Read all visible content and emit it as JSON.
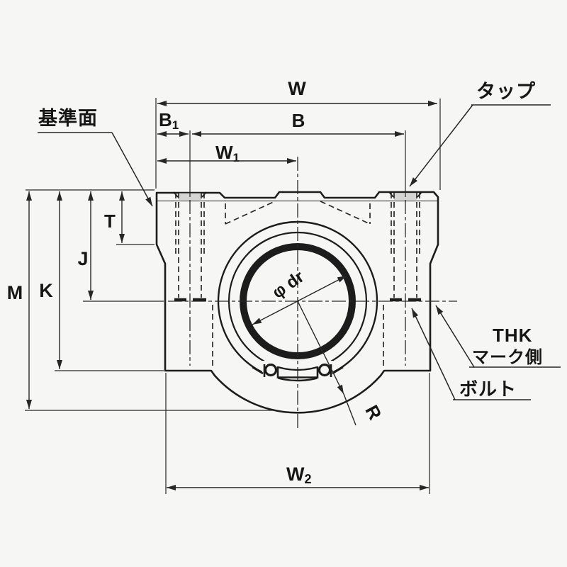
{
  "dims": {
    "W": "W",
    "B": "B",
    "B1": {
      "base": "B",
      "sub": "1"
    },
    "W1": {
      "base": "W",
      "sub": "1"
    },
    "W2": {
      "base": "W",
      "sub": "2"
    },
    "M": "M",
    "K": "K",
    "J": "J",
    "T": "T",
    "phi_dr": "φ dr",
    "R": "R"
  },
  "callouts": {
    "datum_face": "基準面",
    "tap": "タップ",
    "thk_mark_line1": "THK",
    "thk_mark_line2": "マーク側",
    "bolt": "ボルト"
  },
  "colors": {
    "paper": "#f6f6f4",
    "line": "#1c1c1c"
  }
}
